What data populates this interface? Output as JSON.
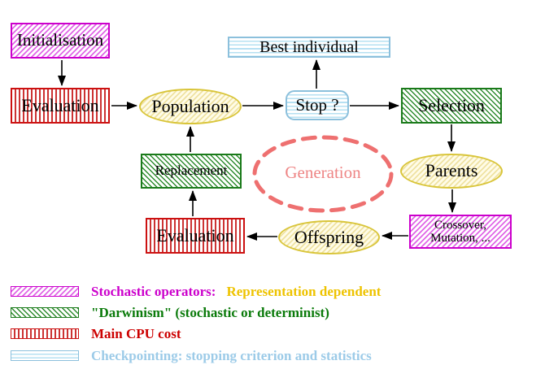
{
  "nodes": {
    "initialisation": "Initialisation",
    "evaluation_top": "Evaluation",
    "population": "Population",
    "stop": "Stop ?",
    "best_individual": "Best individual",
    "selection": "Selection",
    "parents": "Parents",
    "crossover_line1": "Crossover,",
    "crossover_line2": "Mutation, ...",
    "offspring": "Offspring",
    "evaluation_bottom": "Evaluation",
    "replacement": "Replacement",
    "generation": "Generation"
  },
  "legend": {
    "items": [
      {
        "swatch": "magenta-diagonal-hatch-swatch",
        "label": "Stochastic operators:",
        "label2": "Representation dependent"
      },
      {
        "swatch": "green-diagonal-hatch-swatch",
        "label": "\"Darwinism\" (stochastic or determinist)"
      },
      {
        "swatch": "red-vertical-stripes-swatch",
        "label": "Main CPU cost"
      },
      {
        "swatch": "cyan-horizontal-lines-swatch",
        "label": "Checkpointing: stopping criterion and statistics"
      }
    ]
  },
  "colors": {
    "magenta": "#cc00cc",
    "red": "#cc1111",
    "green": "#1a7a1a",
    "cyan_border": "#8cc0dc",
    "yellow_border": "#d9c53a",
    "gold_text": "#eec300",
    "light_blue_text": "#9ccbe8",
    "salmon": "#ee7070",
    "arrow": "#000000"
  }
}
